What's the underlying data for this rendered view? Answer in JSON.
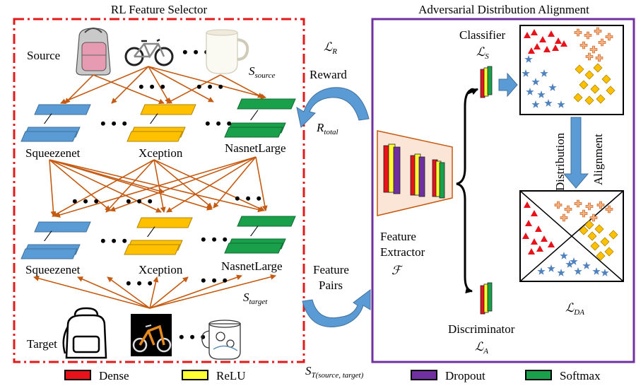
{
  "left_panel": {
    "title": "RL  Feature Selector",
    "source_label": "Source",
    "target_label": "Target",
    "s_source": {
      "main": "S",
      "sub": "source"
    },
    "s_target": {
      "main": "S",
      "sub": "target"
    },
    "models_top": [
      "Squeezenet",
      "Xception",
      "NasnetLarge"
    ],
    "models_bottom": [
      "Squeezenet",
      "Xception",
      "NasnetLarge"
    ],
    "ellipsis": "• • •"
  },
  "middle": {
    "loss_r": {
      "script": "ℒ",
      "sub": "R"
    },
    "reward_label": "Reward",
    "r_total": {
      "main": "R",
      "sub": "total"
    },
    "feature_pairs_line1": "Feature",
    "feature_pairs_line2": "Pairs",
    "s_pair": {
      "main": "S",
      "sub": "T(source, target)"
    }
  },
  "right_panel": {
    "title": "Adversarial Distribution Alignment",
    "classifier_label": "Classifier",
    "loss_s": {
      "script": "ℒ",
      "sub": "S"
    },
    "feature_extractor_line1": "Feature",
    "feature_extractor_line2": "Extractor",
    "feature_extractor_symbol": "ℱ",
    "distribution_label": "Distribution",
    "alignment_label": "Alignment",
    "loss_da": {
      "script": "ℒ",
      "sub": "DA"
    },
    "discriminator_label": "Discriminator",
    "loss_a": {
      "script": "ℒ",
      "sub": "A"
    }
  },
  "legend": [
    {
      "label": "Dense",
      "color": "#e8121b"
    },
    {
      "label": "ReLU",
      "color": "#ffff33"
    },
    {
      "label": "Dropout",
      "color": "#7030a0"
    },
    {
      "label": "Softmax",
      "color": "#1aa04a"
    }
  ],
  "colors": {
    "left_border": "#e21a1a",
    "right_border": "#7030a0",
    "arrow_orange": "#c55a11",
    "arrow_blue": "#5b9bd5",
    "squeezenet": "#5b9bd5",
    "xception": "#ffc000",
    "nasnet": "#1aa04a",
    "class_red": "#e8121b",
    "class_orange": "#f4b183",
    "class_yellow": "#ffc000",
    "class_blue": "#4f81bd"
  },
  "icons": {
    "source_images": [
      "backpack-photo-icon",
      "bicycle-photo-icon",
      "mug-photo-icon"
    ],
    "target_images": [
      "backpack-sketch-icon",
      "bicycle-dark-icon",
      "mug-sketch-icon"
    ]
  }
}
